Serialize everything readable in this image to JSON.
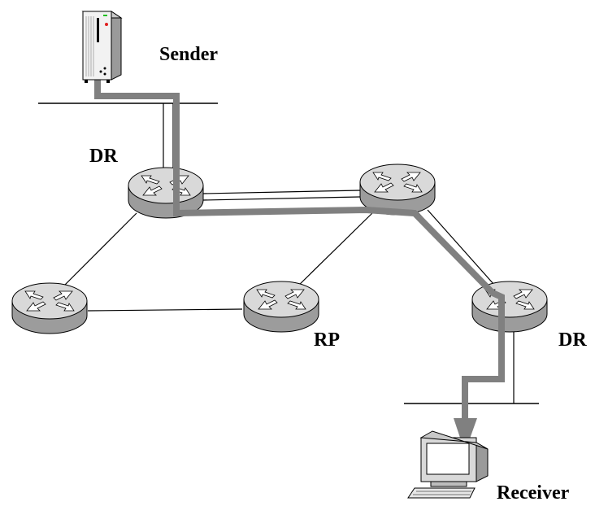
{
  "labels": {
    "sender": "Sender",
    "dr_top": "DR",
    "rp": "RP",
    "dr_right": "DR",
    "receiver": "Receiver"
  },
  "colors": {
    "path": "#808080",
    "router_top": "#d9d9d9",
    "router_side": "#9c9c9c",
    "line": "#000000"
  },
  "icons": [
    "server-icon",
    "router-icon",
    "computer-icon",
    "arrow-down-icon"
  ]
}
